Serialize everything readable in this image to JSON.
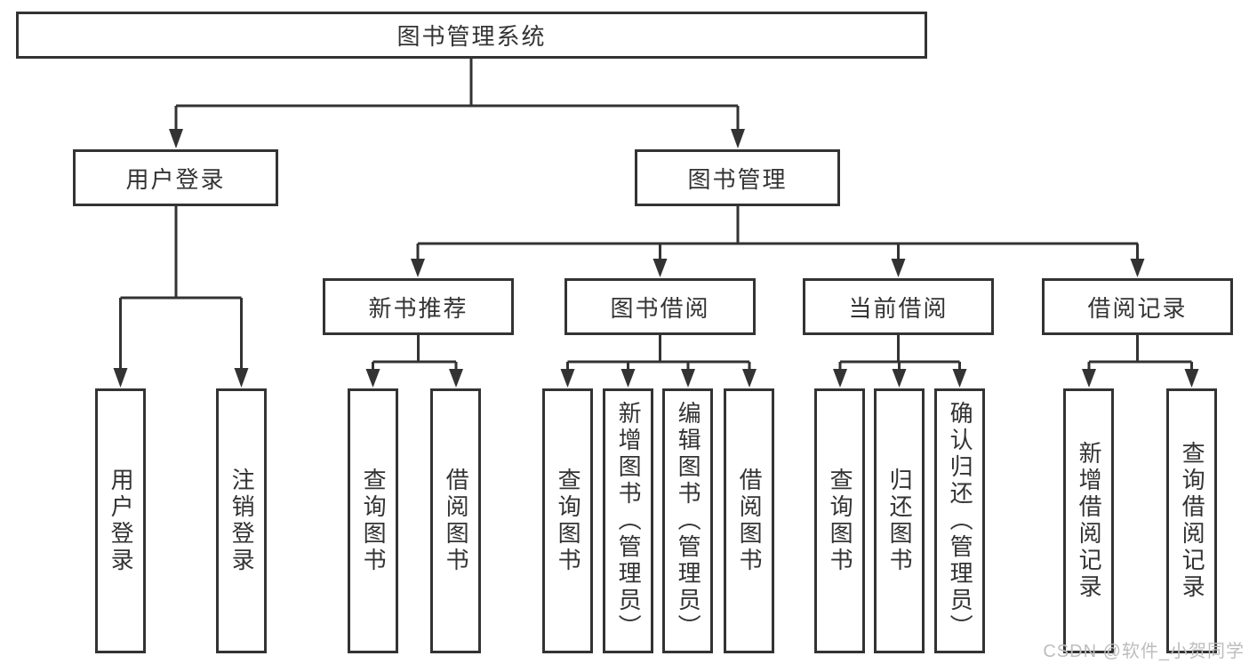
{
  "tree": {
    "label": "图书管理系统",
    "children": [
      {
        "label": "用户登录",
        "children": [
          {
            "label": "用户登录"
          },
          {
            "label": "注销登录"
          }
        ]
      },
      {
        "label": "图书管理",
        "children": [
          {
            "label": "新书推荐",
            "children": [
              {
                "label": "查询图书"
              },
              {
                "label": "借阅图书"
              }
            ]
          },
          {
            "label": "图书借阅",
            "children": [
              {
                "label": "查询图书"
              },
              {
                "label": "新增图书（管理员）"
              },
              {
                "label": "编辑图书（管理员）"
              },
              {
                "label": "借阅图书"
              }
            ]
          },
          {
            "label": "当前借阅",
            "children": [
              {
                "label": "查询图书"
              },
              {
                "label": "归还图书"
              },
              {
                "label": "确认归还（管理员）"
              }
            ]
          },
          {
            "label": "借阅记录",
            "children": [
              {
                "label": "新增借阅记录"
              },
              {
                "label": "查询借阅记录"
              }
            ]
          }
        ]
      }
    ]
  },
  "watermark": {
    "text": "CSDN @软件_小贺同学"
  },
  "colors": {
    "line": "#333333",
    "text": "#333333",
    "watermark": "#bdbdbd",
    "background": "#ffffff"
  }
}
